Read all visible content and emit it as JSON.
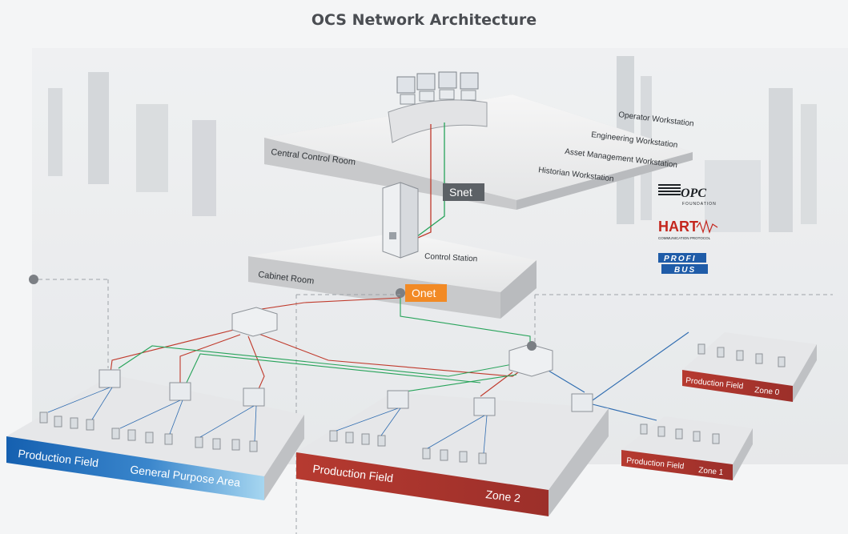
{
  "title": "OCS Network Architecture",
  "rooms": {
    "central_control_room": "Central Control Room",
    "cabinet_room": "Cabinet Room"
  },
  "workstations": [
    "Operator Workstation",
    "Engineering Workstation",
    "Asset Management Workstation",
    "Historian Workstation"
  ],
  "networks": {
    "snet": "Snet",
    "onet": "Onet"
  },
  "control_station": "Control Station",
  "protocols": {
    "opc": {
      "name": "OPC",
      "caption": "FOUNDATION"
    },
    "hart": {
      "name": "HART",
      "caption": "COMMUNICATION PROTOCOL"
    },
    "profibus": {
      "top": "PROFI",
      "bottom": "BUS"
    }
  },
  "areas": {
    "general": {
      "field": "Production Field",
      "zone": "General Purpose Area"
    },
    "zone2": {
      "field": "Production Field",
      "zone": "Zone 2"
    },
    "zone1": {
      "field": "Production Field",
      "zone": "Zone 1"
    },
    "zone0": {
      "field": "Production Field",
      "zone": "Zone 0"
    }
  },
  "colors": {
    "snet_line": "#c0392b",
    "onet_line": "#27a35a",
    "onet_badge": "#f28a25",
    "snet_badge": "#5c6166",
    "general_band_start": "#1560b0",
    "general_band_end": "#9fd0ee",
    "zone_band": "#a93a32"
  }
}
